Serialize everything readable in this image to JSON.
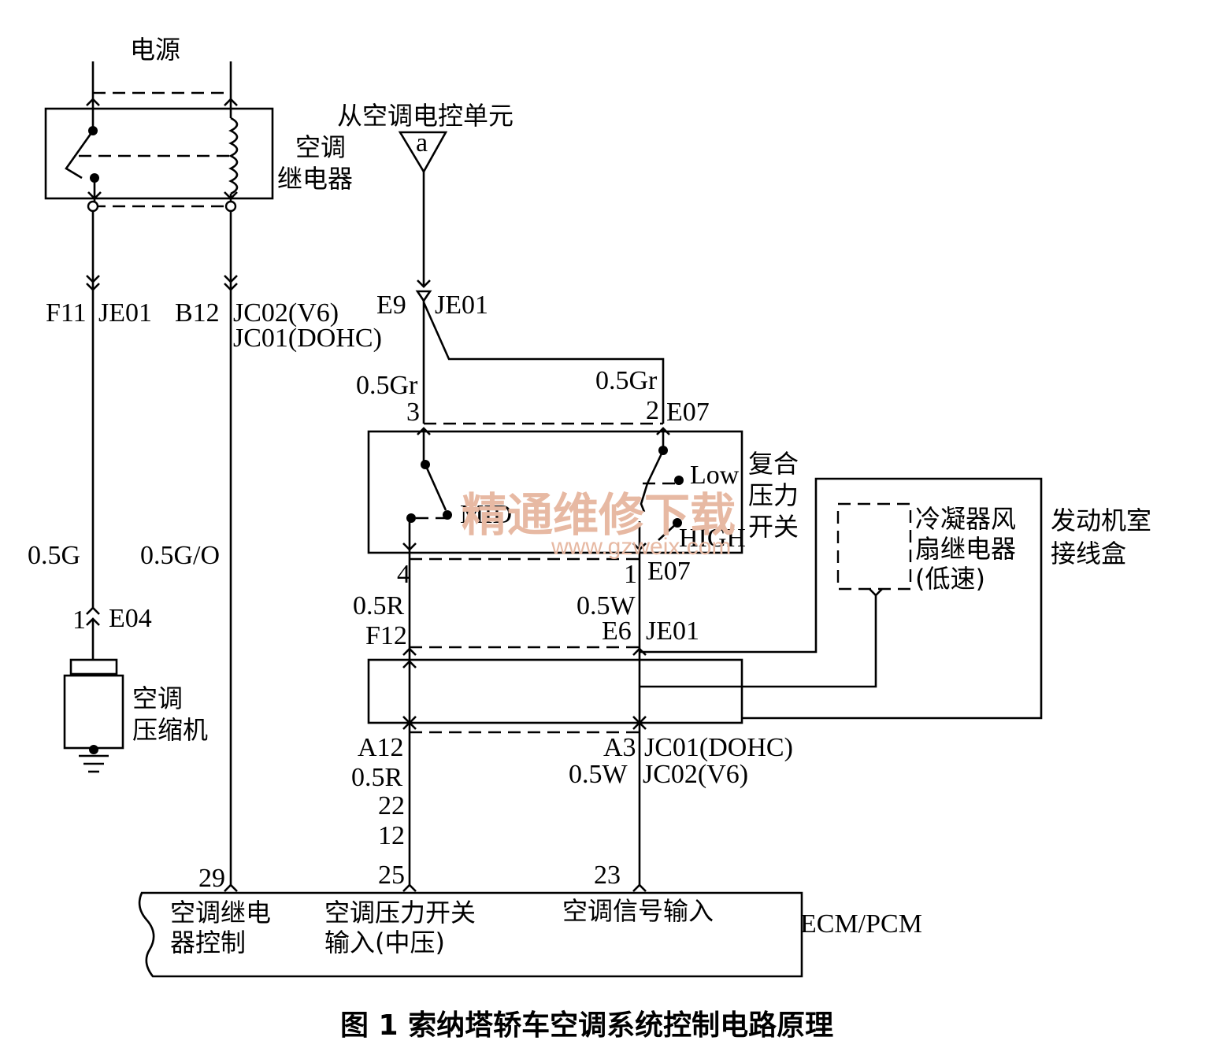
{
  "power": "电源",
  "ac_relay": {
    "line1": "空调",
    "line2": "继电器"
  },
  "from_ac_unit": "从空调电控单元",
  "connector_a": "a",
  "left_branch": {
    "pin_f11": "F11",
    "je01": "JE01",
    "wire": "0.5G",
    "e04_pin": "1",
    "e04": "E04",
    "compressor_line1": "空调",
    "compressor_line2": "压缩机"
  },
  "relay_ctrl_branch": {
    "pin_b12": "B12",
    "jc02_v6": "JC02(V6)",
    "jc01_dohc": "JC01(DOHC)",
    "wire": "0.5G/O"
  },
  "signal_branch": {
    "pin_e9": "E9",
    "je01": "JE01"
  },
  "pressure_switch": {
    "wire_3": "0.5Gr",
    "wire_2": "0.5Gr",
    "pin_3": "3",
    "pin_2": "2",
    "e07_top": "E07",
    "low": "Low",
    "mid": "MID",
    "high": "HIGH",
    "label_line1": "复合",
    "label_line2": "压力",
    "label_line3": "开关",
    "pin_4": "4",
    "pin_1": "1",
    "e07_bottom": "E07"
  },
  "junction": {
    "wire_left": "0.5R",
    "wire_right": "0.5W",
    "f12": "F12",
    "e6": "E6",
    "je01": "JE01",
    "fan_relay_line1": "冷凝器风",
    "fan_relay_line2": "扇继电器",
    "fan_relay_line3": "(低速)",
    "box_line1": "发动机室",
    "box_line2": "接线盒"
  },
  "lower": {
    "a12": "A12",
    "a3": "A3",
    "jc01_dohc": "JC01(DOHC)",
    "jc02_v6": "JC02(V6)",
    "wire_left": "0.5R",
    "wire_right": "0.5W",
    "num_22": "22",
    "num_12": "12"
  },
  "ecm": {
    "pin_29": "29",
    "pin_25": "25",
    "pin_23": "23",
    "relay_ctrl_line1": "空调继电",
    "relay_ctrl_line2": "器控制",
    "pressure_input_line1": "空调压力开关",
    "pressure_input_line2": "输入(中压)",
    "signal_input": "空调信号输入",
    "name": "ECM/PCM"
  },
  "watermark": {
    "cn": "精通维修下载",
    "url": "www.gzweix.com"
  },
  "caption": "图 1  索纳塔轿车空调系统控制电路原理"
}
